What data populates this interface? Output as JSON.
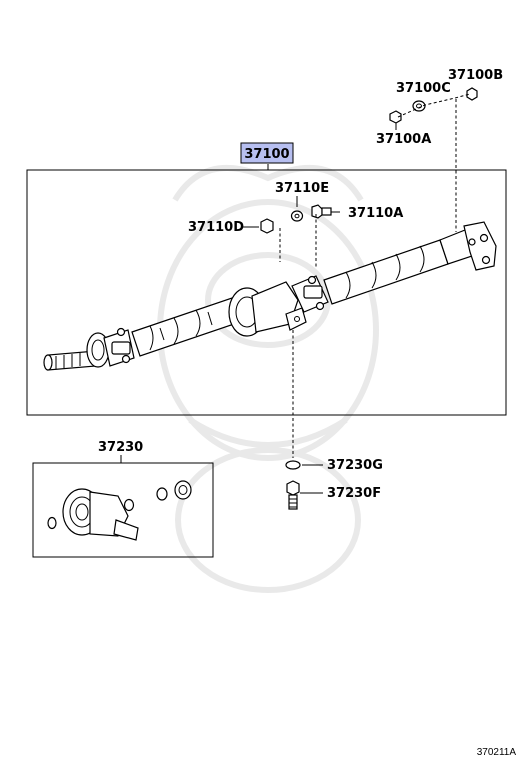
{
  "labels": {
    "assembly": "37100",
    "bolt_top_right": "37100B",
    "washer_top": "37100C",
    "bolt_top_left": "37100A",
    "nut_e": "37110E",
    "bolt_a": "37110A",
    "nut_d": "37110D",
    "bearing_kit": "37230",
    "washer_g": "37230G",
    "bolt_f": "37230F"
  },
  "footer": {
    "code": "370211A"
  }
}
